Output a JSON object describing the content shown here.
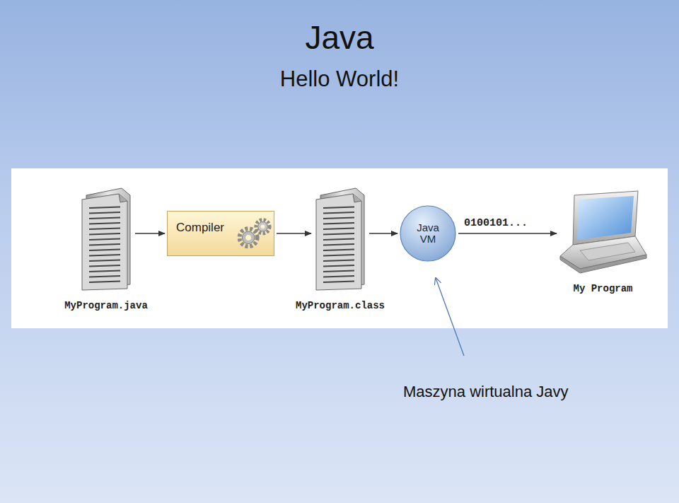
{
  "diagram": {
    "title": "Java",
    "nodes": [
      {
        "text": [
          "MyProgram.java"
        ]
      },
      {
        "text": [
          "Compiler"
        ]
      },
      {
        "text": [
          "MyProgram.class"
        ]
      },
      {
        "text": [
          "Java VM"
        ]
      },
      {
        "text": [
          "My Program"
        ]
      }
    ],
    "edges": [
      {
        "from": 0,
        "to": 1,
        "arrow": "to"
      },
      {
        "from": 1,
        "to": 2,
        "arrow": "to"
      },
      {
        "from": 2,
        "to": 3,
        "arrow": "to"
      },
      {
        "from": 3,
        "to": 4,
        "label": "0100101...",
        "arrow": "to"
      }
    ],
    "labels": [
      "Hello World!",
      "Maszyna wirtualna Javy"
    ]
  }
}
